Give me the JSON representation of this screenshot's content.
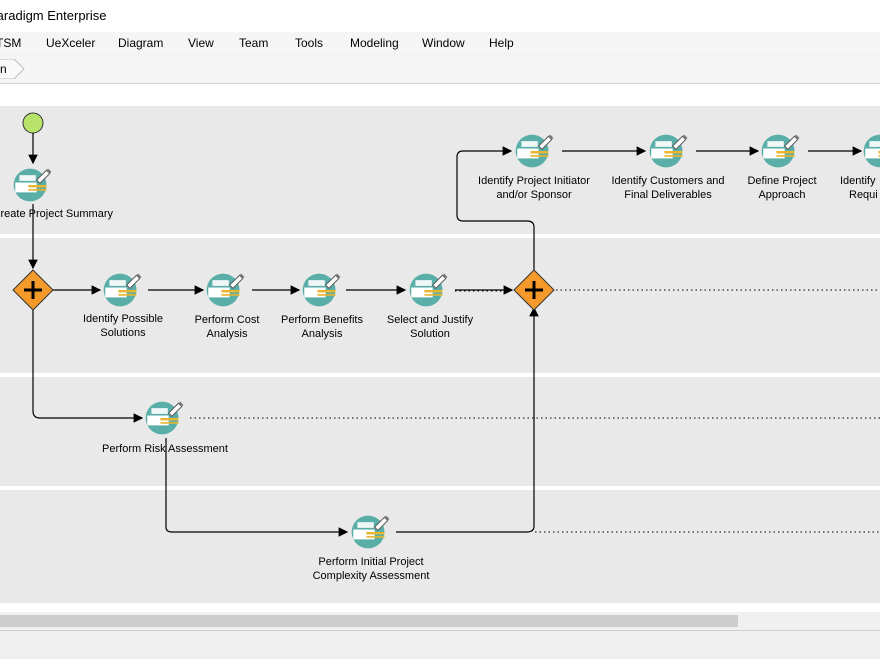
{
  "app": {
    "title": "Paradigm Enterprise"
  },
  "menu": {
    "items": [
      "TSM",
      "UeXceler",
      "Diagram",
      "View",
      "Team",
      "Tools",
      "Modeling",
      "Window",
      "Help"
    ]
  },
  "breadcrumb": {
    "current": "n"
  },
  "diagram": {
    "tasks": [
      {
        "name": "summary",
        "label": "Create Project Summary",
        "line2": ""
      },
      {
        "name": "initiator",
        "label": "Identify Project Initiator",
        "line2": "and/or Sponsor"
      },
      {
        "name": "customers",
        "label": "Identify Customers and",
        "line2": "Final Deliverables"
      },
      {
        "name": "approach",
        "label": "Define Project",
        "line2": "Approach"
      },
      {
        "name": "requirements",
        "label": "Identify",
        "line2": "Requi"
      },
      {
        "name": "solutions",
        "label": "Identify Possible",
        "line2": "Solutions"
      },
      {
        "name": "cost",
        "label": "Perform Cost",
        "line2": "Analysis"
      },
      {
        "name": "benefits",
        "label": "Perform Benefits",
        "line2": "Analysis"
      },
      {
        "name": "justify",
        "label": "Select and Justify",
        "line2": "Solution"
      },
      {
        "name": "risk",
        "label": "Perform Risk Assessment",
        "line2": ""
      },
      {
        "name": "complexity",
        "label": "Perform Initial Project",
        "line2": "Complexity Assessment"
      }
    ],
    "colors": {
      "lane": "#e9e9e9",
      "task_teal": "#5aaea8",
      "gateway_orange": "#f39a2b",
      "start_green": "#b7e36a"
    }
  }
}
